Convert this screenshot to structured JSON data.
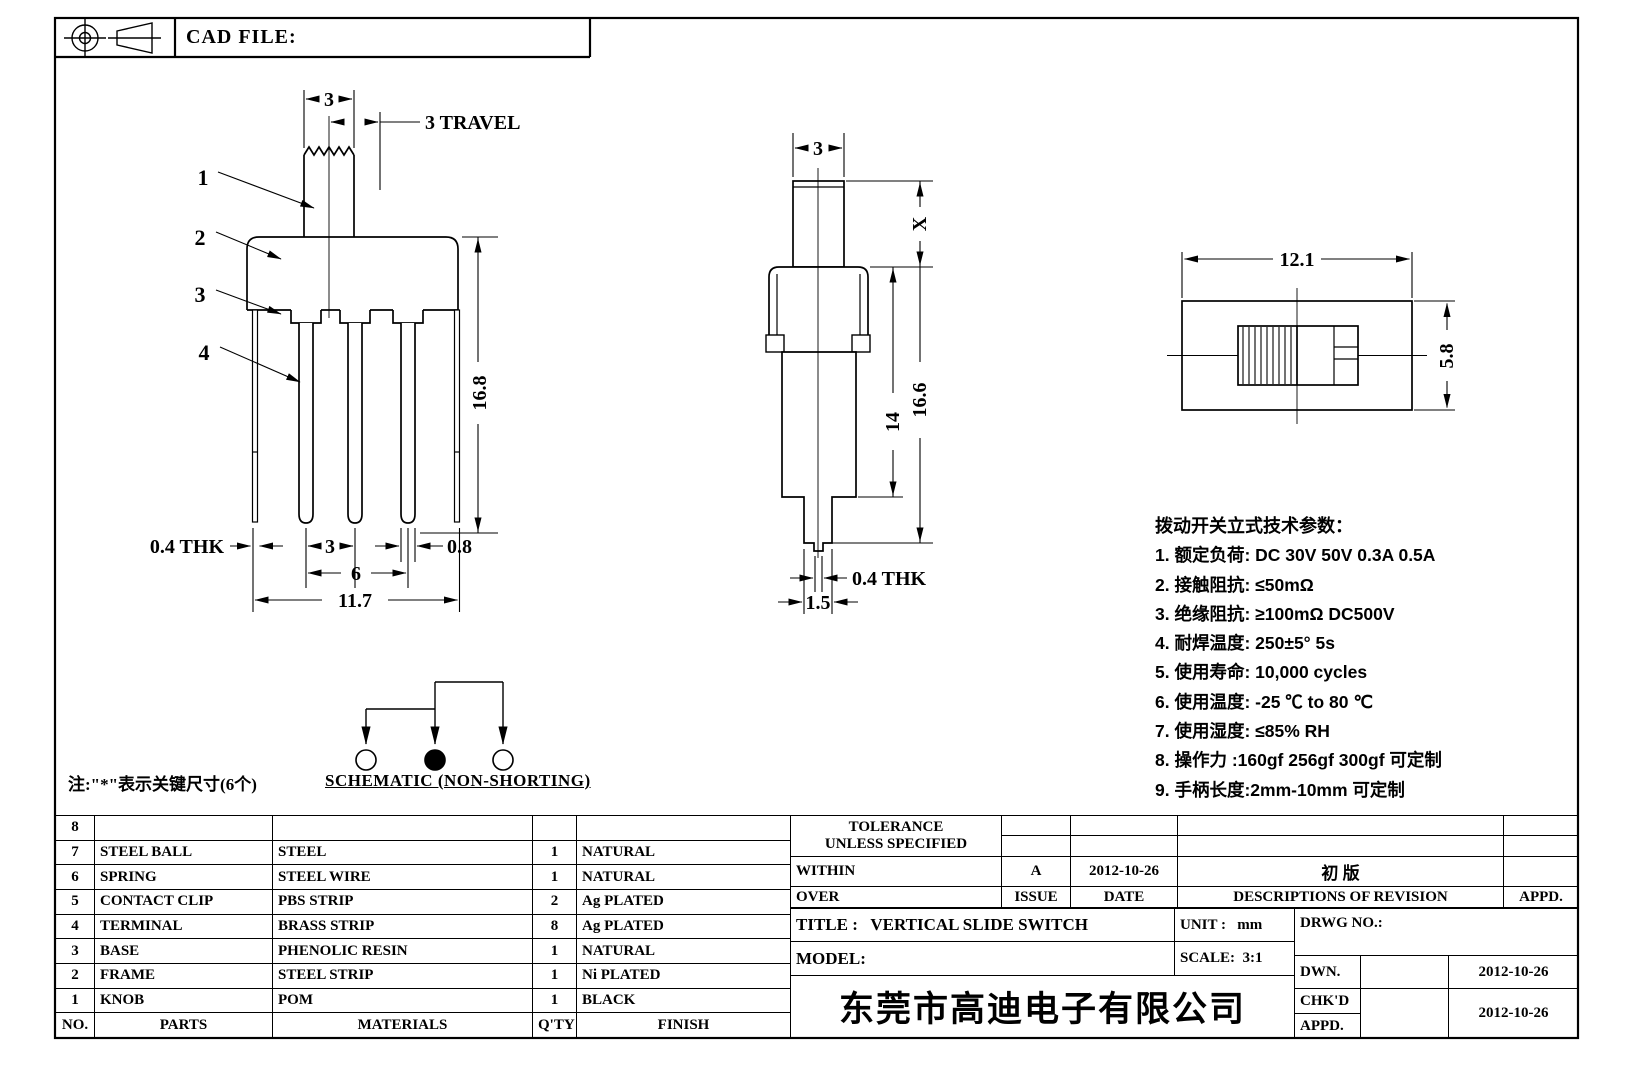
{
  "header": {
    "cad_file_label": "CAD FILE:"
  },
  "front_view": {
    "callouts": [
      "1",
      "2",
      "3",
      "4"
    ],
    "dim_knob_width": "3",
    "dim_travel": "3 TRAVEL",
    "dim_height": "16.8",
    "dim_leg_thickness": "0.4 THK",
    "dim_pin_pitch": "3",
    "dim_terminal_width": "0.8",
    "dim_pin_span": "6",
    "dim_overall_width": "11.7"
  },
  "side_view": {
    "dim_knob_width": "3",
    "dim_handle_height": "X",
    "dim_body_height": "14",
    "dim_overall_height": "16.6",
    "dim_tip_thickness": "0.4 THK",
    "dim_pin_width": "1.5"
  },
  "top_view": {
    "dim_length": "12.1",
    "dim_width": "5.8"
  },
  "schematic": {
    "caption": "SCHEMATIC (NON-SHORTING)"
  },
  "note": "注:\"*\"表示关键尺寸(6个)",
  "tech_params": {
    "title": "拨动开关立式技术参数：",
    "items": [
      "1. 额定负荷: DC 30V   50V   0.3A   0.5A",
      "2. 接触阻抗: ≤50mΩ",
      "3. 绝缘阻抗: ≥100mΩ  DC500V",
      "4. 耐焊温度: 250±5°  5s",
      "5. 使用寿命: 10,000 cycles",
      "6. 使用温度: -25 ℃  to 80 ℃",
      "7. 使用湿度: ≤85% RH",
      "8. 操作力 :160gf   256gf   300gf  可定制",
      "9. 手柄长度:2mm-10mm  可定制"
    ]
  },
  "parts_table": {
    "headers": [
      "NO.",
      "PARTS",
      "MATERIALS",
      "Q'TY",
      "FINISH"
    ],
    "rows": [
      [
        "8",
        "",
        "",
        "",
        ""
      ],
      [
        "7",
        "STEEL BALL",
        "STEEL",
        "1",
        "NATURAL"
      ],
      [
        "6",
        "SPRING",
        "STEEL WIRE",
        "1",
        "NATURAL"
      ],
      [
        "5",
        "CONTACT CLIP",
        "PBS STRIP",
        "2",
        "Ag PLATED"
      ],
      [
        "4",
        "TERMINAL",
        "BRASS STRIP",
        "8",
        "Ag PLATED"
      ],
      [
        "3",
        "BASE",
        "PHENOLIC RESIN",
        "1",
        "NATURAL"
      ],
      [
        "2",
        "FRAME",
        "STEEL STRIP",
        "1",
        "Ni PLATED"
      ],
      [
        "1",
        "KNOB",
        "POM",
        "1",
        "BLACK"
      ]
    ]
  },
  "tolerance_block": {
    "line1": "TOLERANCE",
    "line2": "UNLESS  SPECIFIED",
    "within": "WITHIN",
    "over": "OVER",
    "issue_value": "A",
    "date_value": "2012-10-26",
    "revision_value": "初  版",
    "issue_label": "ISSUE",
    "date_label": "DATE",
    "desc_label": "DESCRIPTIONS OF REVISION",
    "appd_label": "APPD."
  },
  "title_block": {
    "title_label": "TITLE :",
    "title_value": "VERTICAL SLIDE SWITCH",
    "unit_label": "UNIT :",
    "unit_value": "mm",
    "model_label": "MODEL:",
    "scale_label": "SCALE:",
    "scale_value": "3:1",
    "drwg_label": "DRWG NO.:",
    "company": "东莞市高迪电子有限公司",
    "dwn_label": "DWN.",
    "dwn_date": "2012-10-26",
    "chkd_label": "CHK'D",
    "chkd_date": "2012-10-26",
    "appd_label": "APPD."
  }
}
